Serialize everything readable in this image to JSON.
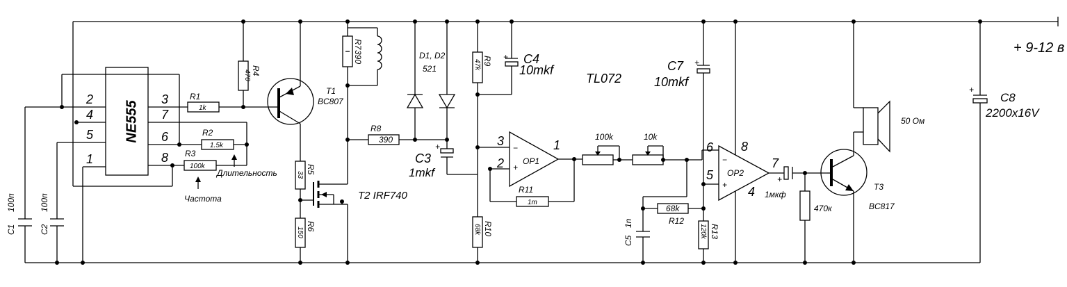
{
  "power": {
    "label": "+ 9-12 в"
  },
  "ne555": {
    "name": "NE555",
    "pins": [
      "2",
      "4",
      "5",
      "1",
      "3",
      "7",
      "6",
      "8"
    ]
  },
  "ic_name": "TL072",
  "op1": {
    "name": "OP1",
    "out": "1",
    "inv": "2",
    "noninv": "3",
    "minus": "−",
    "plus": "+"
  },
  "op2": {
    "name": "OP2",
    "out": "7",
    "inv": "6",
    "noninv": "5",
    "pin8": "8",
    "pin4": "4",
    "minus": "−",
    "plus": "+"
  },
  "resistors": {
    "r1": {
      "ref": "R1",
      "value": "1k"
    },
    "r2": {
      "ref": "R2",
      "value": "1.5k"
    },
    "r3": {
      "ref": "R3",
      "value": "100k"
    },
    "r4": {
      "ref": "R4",
      "value": "470"
    },
    "r5": {
      "ref": "R5",
      "value": "33"
    },
    "r6": {
      "ref": "R6",
      "value": "150"
    },
    "r7": {
      "ref": "R7",
      "value": "390"
    },
    "r8": {
      "ref": "R8",
      "value": "390"
    },
    "r9": {
      "ref": "R9",
      "value": "47k"
    },
    "r10": {
      "ref": "R10",
      "value": "68k"
    },
    "r11": {
      "ref": "R11",
      "value": "1m"
    },
    "r12": {
      "ref": "R12",
      "value": "68k"
    },
    "r13": {
      "ref": "R13",
      "value": "120k"
    },
    "pot1": {
      "value": "100k"
    },
    "pot2": {
      "value": "10k"
    },
    "r470": {
      "value": "470к"
    }
  },
  "capacitors": {
    "c1": {
      "ref": "C1",
      "value": "100п"
    },
    "c2": {
      "ref": "C2",
      "value": "100п"
    },
    "c3": {
      "ref": "C3",
      "value": "1mkf"
    },
    "c4": {
      "ref": "C4",
      "value": "10mkf"
    },
    "c5": {
      "ref": "C5",
      "value": "1n"
    },
    "c7": {
      "ref": "C7",
      "value": "10mkf"
    },
    "c8": {
      "ref": "C8",
      "value": "2200x16V"
    },
    "cout": {
      "value": "1мкф"
    }
  },
  "transistors": {
    "t1": {
      "ref": "T1",
      "type": "BC807"
    },
    "t2": {
      "label": "T2 IRF740"
    },
    "t3": {
      "ref": "T3",
      "type": "BC817"
    }
  },
  "diodes": {
    "ref": "D1, D2",
    "type": "521"
  },
  "speaker": {
    "value": "50 Ом"
  },
  "labels": {
    "freq": "Частота",
    "duration": "Длительность"
  }
}
